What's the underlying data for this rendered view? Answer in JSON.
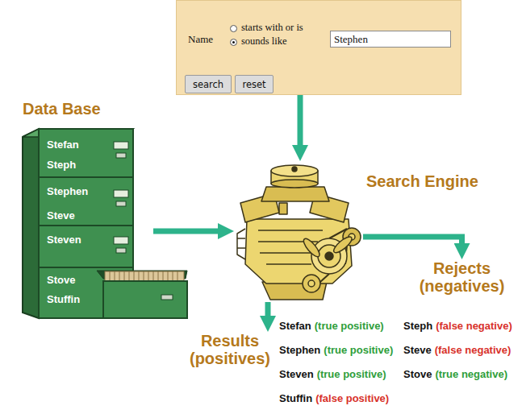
{
  "diagram": {
    "nodes": [
      {
        "text": [
          "Name",
          "starts with or is",
          "sounds like"
        ]
      },
      {
        "text": [
          "Stephen"
        ],
        "in": 0
      },
      {
        "text": [
          "search"
        ],
        "in": 0
      },
      {
        "text": [
          "reset"
        ],
        "in": 0
      },
      {
        "text": [
          "Data Base",
          "Stefan",
          "Steph",
          "Stephen",
          "Steve",
          "Steven",
          "Stove",
          "Stuffin"
        ]
      },
      {
        "text": [
          "Search Engine"
        ]
      },
      {
        "text": [
          "Results (positives)"
        ]
      },
      {
        "text": [
          "Rejects (negatives)"
        ]
      }
    ],
    "edges": [
      {
        "from": 0,
        "to": 5,
        "arrow": "to"
      },
      {
        "from": 4,
        "to": 5,
        "arrow": "to"
      },
      {
        "from": 5,
        "to": 6,
        "arrow": "to"
      },
      {
        "from": 5,
        "to": 7,
        "arrow": "to"
      }
    ],
    "labels": [
      "Stefan",
      "(true positive)",
      "Stephen",
      "(true positive)",
      "Steven",
      "(true positive)",
      "Stuffin",
      "(false positive)",
      "Steph",
      "(false negative)",
      "Steve",
      "(false negative)",
      "Stove",
      "(true negative)"
    ]
  }
}
